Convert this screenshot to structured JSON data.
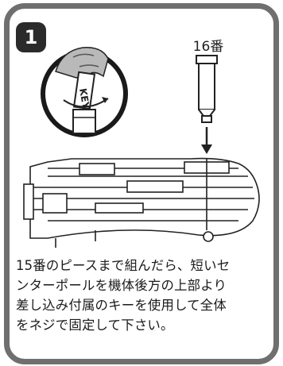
{
  "step": {
    "number": "1"
  },
  "part": {
    "label": "16番"
  },
  "key": {
    "label": "KEY"
  },
  "instruction": {
    "text": "15番のピースまで組んだら、短いセ\nンターポールを機体後方の上部より\n差し込み付属のキーを使用して全体\nをネジで固定して下さい。"
  }
}
